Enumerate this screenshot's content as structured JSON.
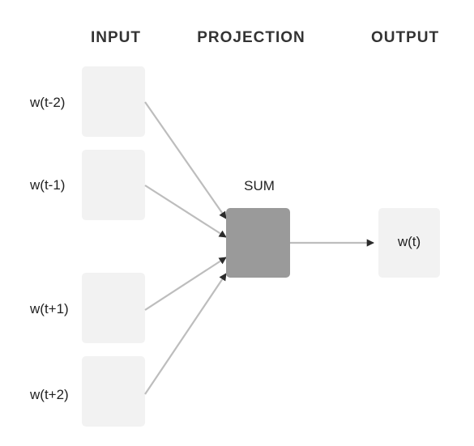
{
  "headers": {
    "input": "INPUT",
    "projection": "PROJECTION",
    "output": "OUTPUT"
  },
  "inputs": {
    "t_minus_2": "w(t-2)",
    "t_minus_1": "w(t-1)",
    "t_plus_1": "w(t+1)",
    "t_plus_2": "w(t+2)"
  },
  "projection": {
    "label": "SUM"
  },
  "output": {
    "label": "w(t)"
  },
  "colors": {
    "input_box": "#f2f2f2",
    "output_box": "#f2f2f2",
    "sum_box": "#9a9a9a",
    "edge": "#bdbdbd",
    "arrowhead": "#2b2b2b",
    "text": "#222222"
  }
}
